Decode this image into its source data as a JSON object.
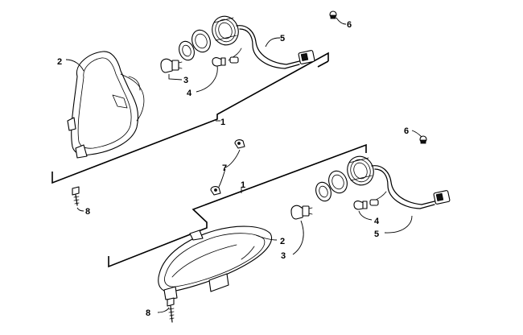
{
  "callouts": {
    "upper": {
      "c1": "1",
      "c2": "2",
      "c3": "3",
      "c4": "4",
      "c5": "5",
      "c6": "6",
      "c7": "7",
      "c8": "8"
    },
    "lower": {
      "c1": "1",
      "c2": "2",
      "c3": "3",
      "c4": "4",
      "c5": "5",
      "c6": "6",
      "c8": "8"
    }
  },
  "icons": [
    "headlight-assembly-icon",
    "bulb-icon",
    "socket-icon",
    "wire-harness-icon",
    "connector-icon",
    "screw-icon",
    "clip-icon"
  ]
}
